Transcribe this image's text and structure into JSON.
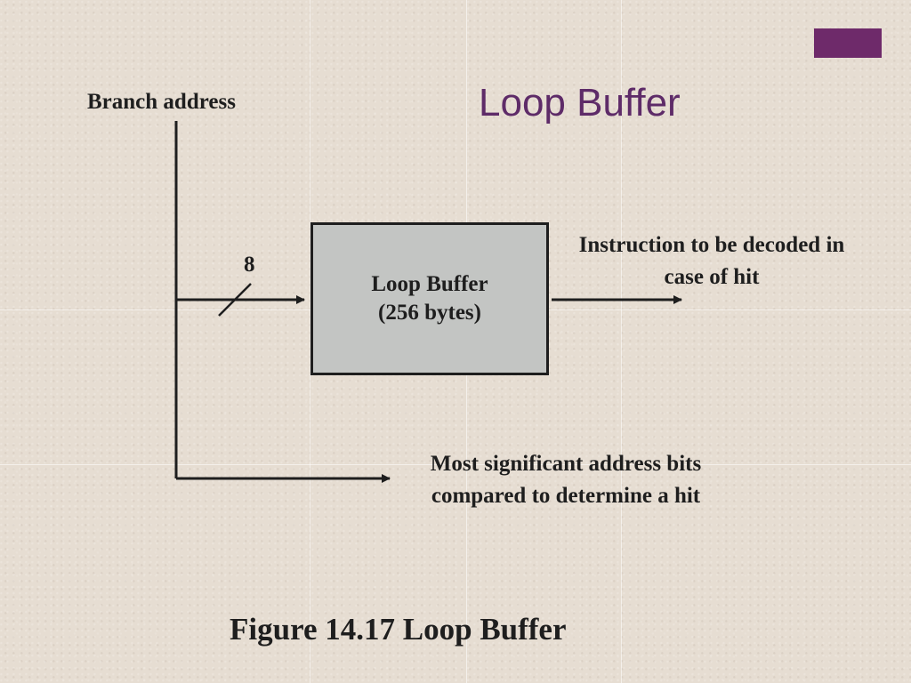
{
  "slide": {
    "title": "Loop Buffer",
    "colors": {
      "title": "#5e2b68",
      "accent_block": "#6e2a6a",
      "block_fill": "#c3c5c3",
      "line": "#1e1e1e"
    }
  },
  "diagram": {
    "input_label": "Branch address",
    "bus_width_label": "8",
    "block": {
      "line1": "Loop Buffer",
      "line2": "(256 bytes)"
    },
    "output_label": "Instruction to be decoded in case of hit",
    "compare_label": "Most significant address bits compared to determine a hit"
  },
  "figure_caption": "Figure 14.17  Loop Buffer"
}
